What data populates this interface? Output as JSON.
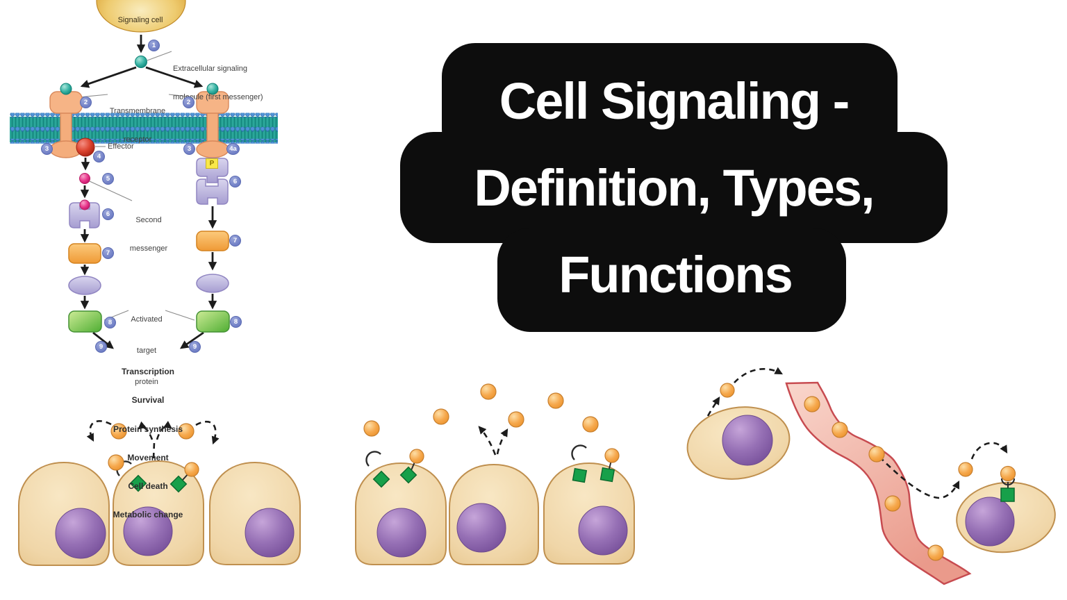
{
  "title": {
    "lines": [
      "Cell Signaling -",
      "Definition, Types,",
      "Functions"
    ]
  },
  "diagram": {
    "signaling_cell": "Signaling cell",
    "first_messenger": [
      "Extracellular signaling",
      "molecule (first messenger)"
    ],
    "receptor": [
      "Transmembrane",
      "receptor"
    ],
    "effector": "Effector",
    "second_messenger": [
      "Second",
      "messenger"
    ],
    "target_protein": [
      "Activated",
      "target",
      "protein"
    ],
    "phosphate": "P",
    "steps": {
      "n1": "1",
      "n2": "2",
      "n3": "3",
      "n4": "4",
      "n4a": "4a",
      "n5": "5",
      "n6": "6",
      "n7": "7",
      "n8": "8",
      "n9": "9"
    },
    "outcomes": [
      "Transcription",
      "Survival",
      "Protein synthesis",
      "Movement",
      "Cell death",
      "Metabolic change"
    ]
  },
  "colors": {
    "title_bg": "#0d0d0d",
    "membrane_teal": "#2ba79a",
    "membrane_dot_blue": "#4f93d6",
    "receptor_peach": "#f4ad7c",
    "badge_blue": "#7181c6",
    "effector_red": "#cd3a24",
    "second_messenger_pink": "#e02a80",
    "protein_purple": "#b4abd8",
    "kinase_orange": "#f09b38",
    "target_green": "#5ab23a",
    "cell_body_tan": "#f2d9ae",
    "nucleus_purple": "#8a62ab",
    "ligand_orange": "#f6a94e",
    "surface_receptor_green": "#17a04a",
    "vessel_pink": "#f3b3a6",
    "signaling_cell_gold": "#d79c2e"
  }
}
